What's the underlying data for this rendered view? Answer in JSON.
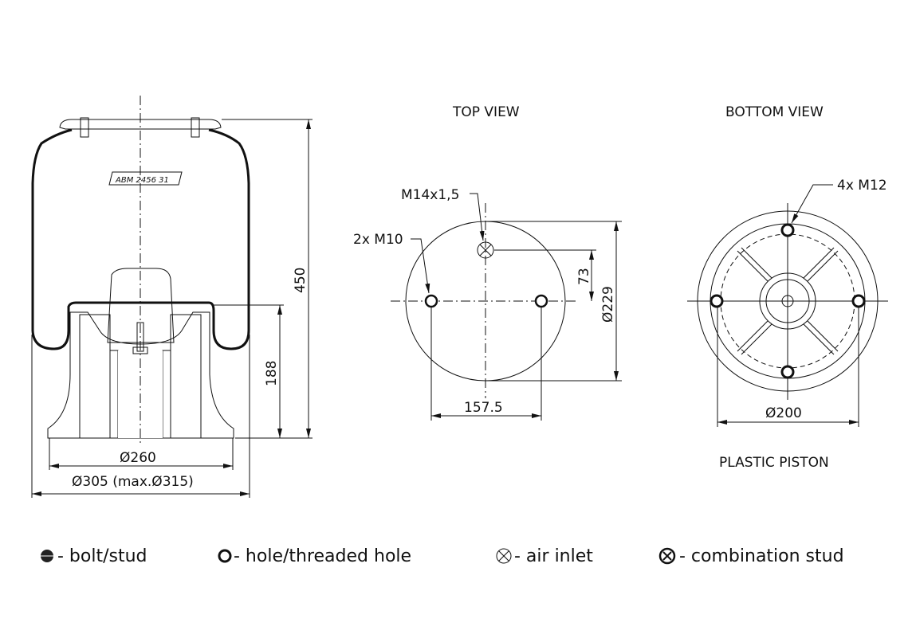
{
  "side_view": {
    "label_plate": "ABM  2456 31",
    "dim_height": "450",
    "dim_piston_height": "188",
    "dim_piston_dia": "Ø260",
    "dim_bellow_dia": "Ø305 (max.Ø315)"
  },
  "top_view": {
    "title": "TOP VIEW",
    "air_inlet": "M14x1,5",
    "holes": "2x M10",
    "dim_offset": "73",
    "dim_dia": "Ø229",
    "dim_spacing": "157.5"
  },
  "bottom_view": {
    "title": "BOTTOM VIEW",
    "holes": "4x M12",
    "dim_dia": "Ø200",
    "subtitle": "PLASTIC PISTON"
  },
  "legend": [
    {
      "icon": "bolt-stud-icon",
      "label": "- bolt/stud"
    },
    {
      "icon": "hole-icon",
      "label": "- hole/threaded hole"
    },
    {
      "icon": "air-inlet-icon",
      "label": "- air inlet"
    },
    {
      "icon": "combination-stud-icon",
      "label": "- combination stud"
    }
  ]
}
